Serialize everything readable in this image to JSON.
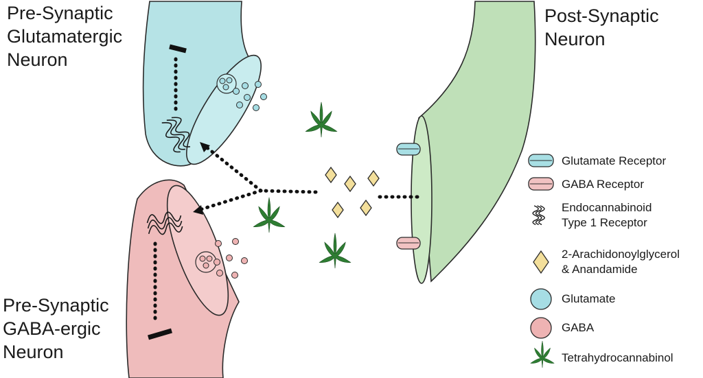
{
  "labels": {
    "pre_glutamatergic": [
      "Pre-Synaptic",
      "Glutamatergic",
      "Neuron"
    ],
    "post_synaptic": [
      "Post-Synaptic",
      "Neuron"
    ],
    "pre_gabaergic": [
      "Pre-Synaptic",
      "GABA-ergic",
      "Neuron"
    ]
  },
  "legend": [
    {
      "icon": "glutamate-receptor-icon",
      "lines": [
        "Glutamate Receptor"
      ]
    },
    {
      "icon": "gaba-receptor-icon",
      "lines": [
        "GABA Receptor"
      ]
    },
    {
      "icon": "cb1-receptor-icon",
      "lines": [
        "Endocannabinoid",
        "Type 1 Receptor"
      ]
    },
    {
      "icon": "endocannabinoid-diamond-icon",
      "lines": [
        "2-Arachidonoylglycerol",
        "& Anandamide"
      ]
    },
    {
      "icon": "glutamate-vesicle-icon",
      "lines": [
        "Glutamate"
      ]
    },
    {
      "icon": "gaba-vesicle-icon",
      "lines": [
        "GABA"
      ]
    },
    {
      "icon": "thc-leaf-icon",
      "lines": [
        "Tetrahydrocannabinol"
      ]
    }
  ],
  "colors": {
    "glutamatergic_neuron": "#b6e3e6",
    "gabaergic_neuron": "#efbcbc",
    "post_synaptic_neuron": "#bfe0b8",
    "leaf": "#2e7d32",
    "diamond": "#f3df9b",
    "outline": "#2a2a2a"
  }
}
